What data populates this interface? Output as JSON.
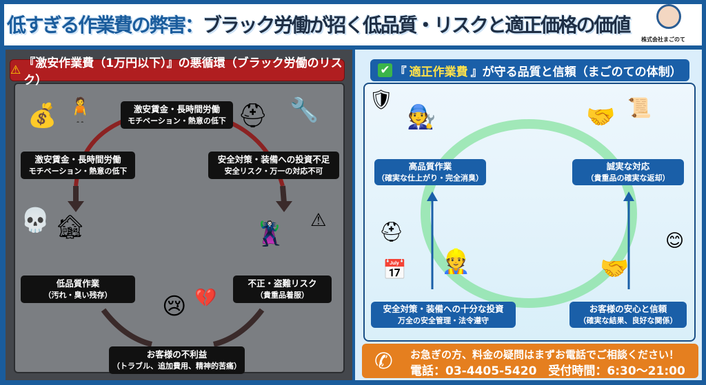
{
  "header": {
    "title_part1": "低すぎる作業費の弊害：",
    "title_part2": "ブラック労働が招く低品質・リスクと適正価格の価値",
    "company": "株式会社まごのて"
  },
  "left": {
    "heading": "『激安作業費（1万円以下）』の悪循環（ブラック労働のリスク）",
    "warning_icon": "warning-icon",
    "labels": [
      {
        "l1": "激安賃金・長時間労働",
        "l2": "モチベーション・熱意の低下"
      },
      {
        "l1": "激安賃金・長時間労働",
        "l2": "モチベーション・熱意の低下"
      },
      {
        "l1": "安全対策・装備への投資不足",
        "l2": "安全リスク・万一の対応不可"
      },
      {
        "l1": "低品質作業",
        "l2": "（汚れ・臭い残存）"
      },
      {
        "l1": "不正・盗難リスク",
        "l2": "（貴重品着服）"
      },
      {
        "l1": "お客様の不利益",
        "l2": "（トラブル、追加費用、精神的苦痛）"
      }
    ]
  },
  "right": {
    "heading_pre": "『",
    "heading_hl": "適正作業費",
    "heading_post": "』が守る品質と信頼（まごのての体制）",
    "labels": [
      {
        "l1": "高品質作業",
        "l2": "（確実な仕上がり・完全消臭）"
      },
      {
        "l1": "誠実な対応",
        "l2": "（貴重品の確実な返却）"
      },
      {
        "l1": "安全対策・装備への十分な投資",
        "l2": "万全の安全管理・法令遵守"
      },
      {
        "l1": "お客様の安心と信頼",
        "l2": "（確実な結果、良好な関係）"
      }
    ]
  },
  "cta": {
    "line1": "お急ぎの方、料金の疑問はまずお電話でご相談ください！",
    "line2": "電話：03-4405-5420　受付時間：6:30〜21:00"
  },
  "colors": {
    "frame": "#1a5c9c",
    "danger": "#b01e20",
    "trust": "#1a5fa8",
    "cta": "#e57f1f"
  }
}
